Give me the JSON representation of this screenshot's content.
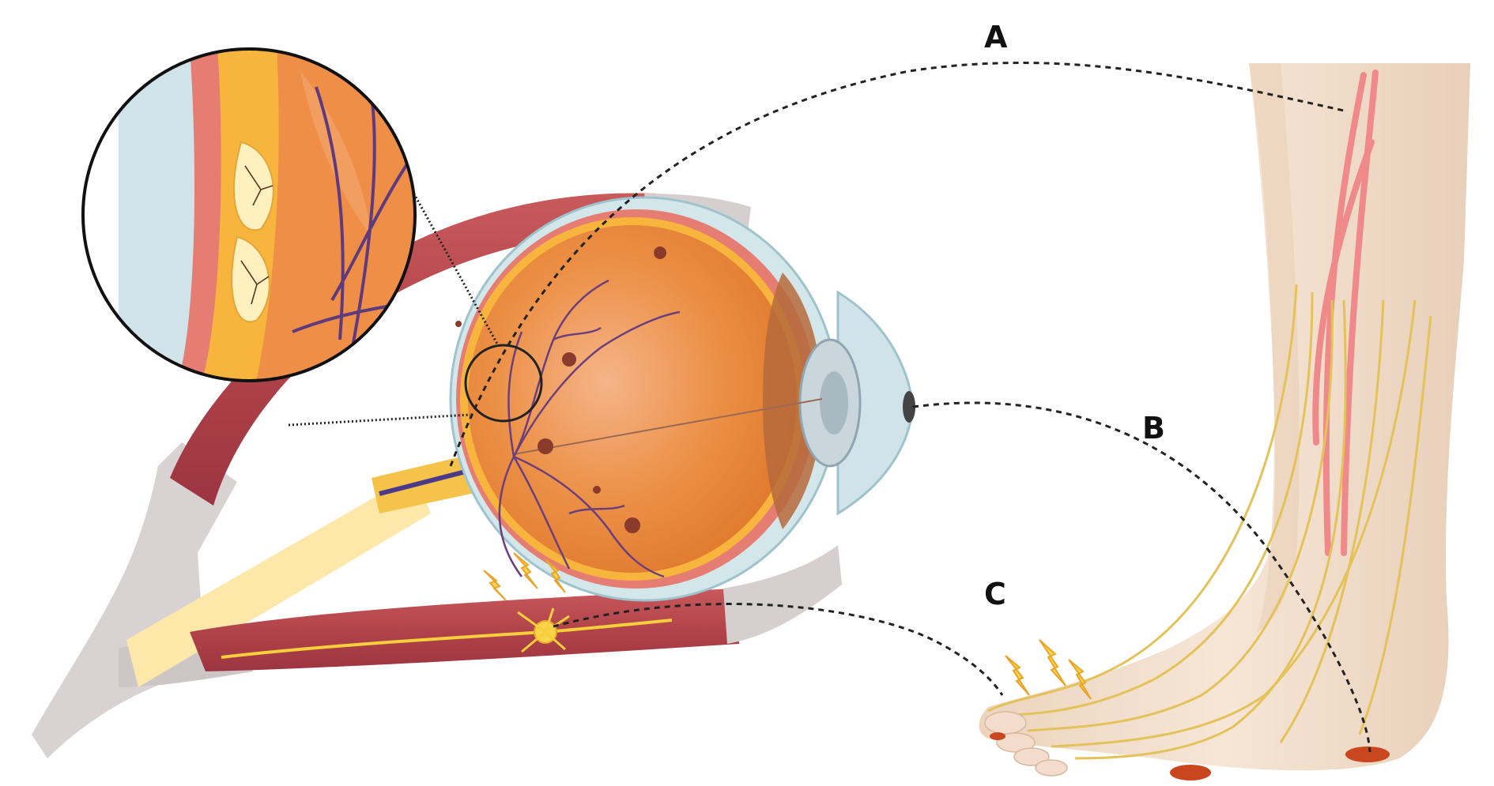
{
  "labels": {
    "a": "A",
    "b": "B",
    "c": "C"
  },
  "colors": {
    "muscle": "#b84a4e",
    "muscle_light": "#d9787a",
    "tendon": "#cfc8c8",
    "sclera": "#cfe3e8",
    "choroid": "#e27b6f",
    "retina": "#f6b33a",
    "eyeball": "#e98a3c",
    "optic_nerve": "#fde7a6",
    "nerve_fiber": "#e8c45a",
    "skin": "#f2ddc9",
    "bolt": "#fbd44a",
    "ulcer": "#c9461f",
    "connector": "#222222"
  },
  "icons": [
    "lightning-bolt-icon",
    "magnifier-circle"
  ]
}
